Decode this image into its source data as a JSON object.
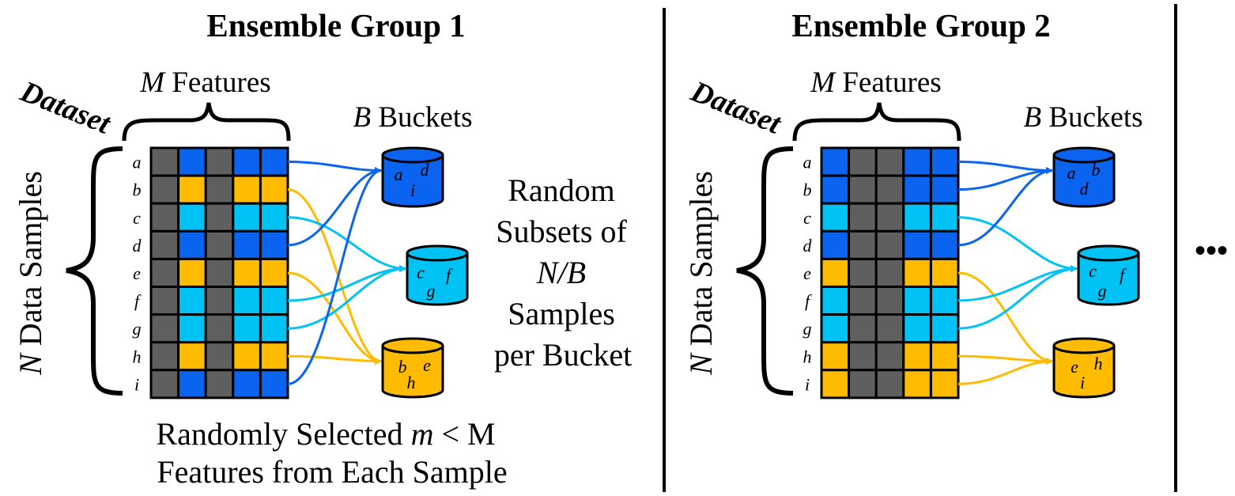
{
  "colors": {
    "blue": "#0a64f0",
    "cyan": "#00c2f5",
    "cyan_dim": "#00a8dc",
    "orange": "#ffbb00",
    "gray": "#5f5f5f",
    "cell_border": "#000000"
  },
  "groups": [
    {
      "title": "Ensemble Group 1",
      "dataset_label": "Dataset",
      "features_symbol": "M",
      "features_word": "Features",
      "samples_symbol": "N",
      "samples_word": "Data Samples",
      "buckets_symbol": "B",
      "buckets_word": "Buckets",
      "row_labels": [
        "a",
        "b",
        "c",
        "d",
        "e",
        "f",
        "g",
        "h",
        "i"
      ],
      "selected_columns": [
        1,
        3,
        4
      ],
      "row_colors": [
        "blue",
        "orange",
        "cyan",
        "blue",
        "orange",
        "cyan",
        "cyan",
        "orange",
        "blue"
      ],
      "buckets": [
        {
          "color": "blue",
          "letters": [
            "a",
            "d",
            "i"
          ]
        },
        {
          "color": "cyan",
          "letters": [
            "c",
            "f",
            "g"
          ]
        },
        {
          "color": "orange",
          "letters": [
            "b",
            "e",
            "h"
          ]
        }
      ],
      "assignments": [
        {
          "row": "a",
          "bucket": 0
        },
        {
          "row": "b",
          "bucket": 2
        },
        {
          "row": "c",
          "bucket": 1
        },
        {
          "row": "d",
          "bucket": 0
        },
        {
          "row": "e",
          "bucket": 2
        },
        {
          "row": "f",
          "bucket": 1
        },
        {
          "row": "g",
          "bucket": 1
        },
        {
          "row": "h",
          "bucket": 2
        },
        {
          "row": "i",
          "bucket": 0
        }
      ],
      "bottom_text": {
        "line1_prefix": "Randomly Selected ",
        "line1_symbol": "m",
        "line1_suffix": " < M",
        "line2": "Features from Each Sample"
      },
      "side_text": {
        "line1": "Random",
        "line2": "Subsets of",
        "line3": "N/B",
        "line4": "Samples",
        "line5": "per Bucket"
      }
    },
    {
      "title": "Ensemble Group 2",
      "dataset_label": "Dataset",
      "features_symbol": "M",
      "features_word": "Features",
      "samples_symbol": "N",
      "samples_word": "Data Samples",
      "buckets_symbol": "B",
      "buckets_word": "Buckets",
      "row_labels": [
        "a",
        "b",
        "c",
        "d",
        "e",
        "f",
        "g",
        "h",
        "i"
      ],
      "selected_columns": [
        0,
        3,
        4
      ],
      "row_colors": [
        "blue",
        "blue",
        "cyan",
        "blue",
        "orange",
        "cyan",
        "cyan",
        "orange",
        "orange"
      ],
      "buckets": [
        {
          "color": "blue",
          "letters": [
            "a",
            "b",
            "d"
          ]
        },
        {
          "color": "cyan",
          "letters": [
            "c",
            "f",
            "g"
          ]
        },
        {
          "color": "orange",
          "letters": [
            "e",
            "h",
            "i"
          ]
        }
      ],
      "assignments": [
        {
          "row": "a",
          "bucket": 0
        },
        {
          "row": "b",
          "bucket": 0
        },
        {
          "row": "c",
          "bucket": 1
        },
        {
          "row": "d",
          "bucket": 0
        },
        {
          "row": "e",
          "bucket": 2
        },
        {
          "row": "f",
          "bucket": 1
        },
        {
          "row": "g",
          "bucket": 1
        },
        {
          "row": "h",
          "bucket": 2
        },
        {
          "row": "i",
          "bucket": 2
        }
      ]
    }
  ],
  "ellipsis": "•••"
}
